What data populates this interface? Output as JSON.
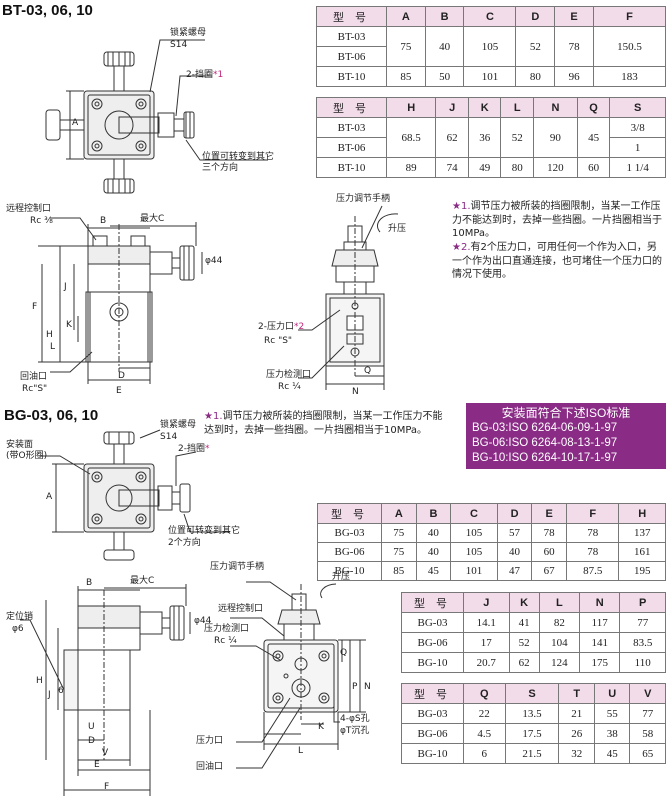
{
  "bt": {
    "title": "BT-03, 06, 10",
    "table1": {
      "headers": [
        "型 号",
        "A",
        "B",
        "C",
        "D",
        "E",
        "F"
      ],
      "rows": [
        {
          "model": "BT-03"
        },
        {
          "model": "BT-06"
        },
        {
          "model": "BT-10",
          "cells": [
            "85",
            "50",
            "101",
            "80",
            "96",
            "183"
          ]
        }
      ],
      "shared": [
        "75",
        "40",
        "105",
        "52",
        "78",
        "150.5"
      ]
    },
    "table2": {
      "headers": [
        "型 号",
        "H",
        "J",
        "K",
        "L",
        "N",
        "Q",
        "S"
      ],
      "rows": [
        {
          "model": "BT-03"
        },
        {
          "model": "BT-06"
        },
        {
          "model": "BT-10",
          "cells": [
            "89",
            "74",
            "49",
            "80",
            "120",
            "60",
            "1 1/4"
          ]
        }
      ],
      "shared": [
        "68.5",
        "62",
        "36",
        "52",
        "90",
        "45"
      ],
      "s_top": "3/8",
      "s_mid": "1"
    },
    "notes": [
      {
        "star": "★1.",
        "text": "调节压力被所装的挡圈限制，当某一工作压力不能达到时，去掉一些挡圈。一片挡圈相当于10MPa。"
      },
      {
        "star": "★2.",
        "text": "有2个压力口，可用任何一个作为入口，另一个作为出口直通连接，也可堵住一个压力口的情况下使用。"
      }
    ],
    "labels": {
      "lock_nut": "锁紧螺母",
      "s14": "S14",
      "shim": "2-挡圈",
      "shim_mark": "*1",
      "position": "位置可转变到其它",
      "three_dirs": "三个方向",
      "remote_port": "远程控制口",
      "rc38": "Rc ⅜",
      "B": "B",
      "maxC": "最大C",
      "phi44": "φ44",
      "J": "J",
      "F": "F",
      "K": "K",
      "H": "H",
      "L": "L",
      "D": "D",
      "E": "E",
      "return_port": "回油口",
      "rcS": "Rc\"S\"",
      "adj_handle": "压力调节手柄",
      "rise": "升压",
      "pressure_port": "2-压力口",
      "pressure_mark": "*2",
      "rcS2": "Rc \"S\"",
      "gauge_port": "压力检测口",
      "rc14": "Rc ¼",
      "Q": "Q",
      "N": "N",
      "A": "A"
    }
  },
  "bg": {
    "title": "BG-03, 06, 10",
    "note": {
      "star": "★1.",
      "text": "调节压力被所装的挡圈限制，当某一工作压力不能达到时，去掉一些挡圈。一片挡圈相当于10MPa。"
    },
    "standard": {
      "title": "安装面符合下述ISO标准",
      "lines": [
        "BG-03:ISO 6264-06-09-1-97",
        "BG-06:ISO 6264-08-13-1-97",
        "BG-10:ISO 6264-10-17-1-97"
      ]
    },
    "table1": {
      "headers": [
        "型 号",
        "A",
        "B",
        "C",
        "D",
        "E",
        "F",
        "H"
      ],
      "rows": [
        {
          "model": "BG-03",
          "cells": [
            "75",
            "40",
            "105",
            "57",
            "78",
            "78",
            "137"
          ]
        },
        {
          "model": "BG-06",
          "cells": [
            "75",
            "40",
            "105",
            "40",
            "60",
            "78",
            "161"
          ]
        },
        {
          "model": "BG-10",
          "cells": [
            "85",
            "45",
            "101",
            "47",
            "67",
            "87.5",
            "195"
          ]
        }
      ]
    },
    "table2": {
      "headers": [
        "型 号",
        "J",
        "K",
        "L",
        "N",
        "P"
      ],
      "rows": [
        {
          "model": "BG-03",
          "cells": [
            "14.1",
            "41",
            "82",
            "117",
            "77"
          ]
        },
        {
          "model": "BG-06",
          "cells": [
            "17",
            "52",
            "104",
            "141",
            "83.5"
          ]
        },
        {
          "model": "BG-10",
          "cells": [
            "20.7",
            "62",
            "124",
            "175",
            "110"
          ]
        }
      ]
    },
    "table3": {
      "headers": [
        "型 号",
        "Q",
        "S",
        "T",
        "U",
        "V"
      ],
      "rows": [
        {
          "model": "BG-03",
          "cells": [
            "22",
            "13.5",
            "21",
            "55",
            "77"
          ]
        },
        {
          "model": "BG-06",
          "cells": [
            "4.5",
            "17.5",
            "26",
            "38",
            "58"
          ]
        },
        {
          "model": "BG-10",
          "cells": [
            "6",
            "21.5",
            "32",
            "45",
            "65"
          ]
        }
      ]
    },
    "labels": {
      "mount_face": "安装面",
      "o_ring": "(带O形圈)",
      "lock_nut": "锁紧螺母",
      "s14": "S14",
      "shim": "2-挡圈",
      "shim_mark": "*",
      "position": "位置可转变到其它",
      "two_dirs": "2个方向",
      "A": "A",
      "B": "B",
      "maxC": "最大C",
      "phi44": "φ44",
      "locate_pin": "定位销",
      "phi6": "φ6",
      "six": "6",
      "H": "H",
      "J": "J",
      "U": "U",
      "D": "D",
      "V": "V",
      "E": "E",
      "F": "F",
      "adj_handle": "压力调节手柄",
      "rise": "升压",
      "remote_port": "远程控制口",
      "gauge_port": "压力检测口",
      "rc14": "Rc ¼",
      "Q": "Q",
      "P": "P",
      "N": "N",
      "holes": "4-φS孔",
      "counterbore": "φT沉孔",
      "pressure_port": "压力口",
      "K": "K",
      "L": "L",
      "return_port": "回油口"
    }
  }
}
